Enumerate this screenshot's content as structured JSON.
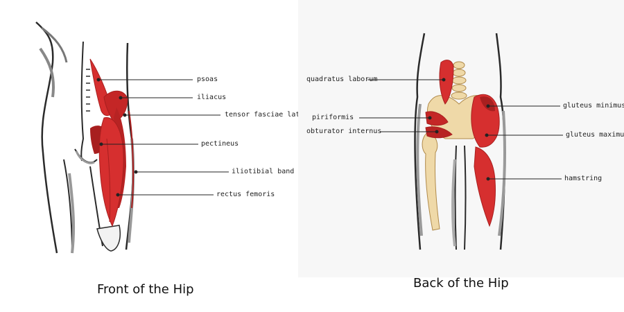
{
  "colors": {
    "muscle": "#d62f2f",
    "muscle_dark": "#a81f1f",
    "bone": "#efd9a8",
    "outline": "#2a2a2a",
    "shade": "#9a9a9a"
  },
  "front": {
    "caption": "Front of the Hip",
    "labels": {
      "psoas": "psoas",
      "iliacus": "iliacus",
      "tensor": "tensor fasciae latae",
      "pectineus": "pectineus",
      "iliotibial": "iliotibial band",
      "rectus": "rectus femoris"
    }
  },
  "back": {
    "caption": "Back of the Hip",
    "labels": {
      "quadratus": "quadratus laborum",
      "piriformis": "piriformis",
      "obturator": "obturator internus",
      "gluteus_minimus": "gluteus minimus",
      "gluteus_maximus": "gluteus maximus",
      "hamstring": "hamstring"
    }
  }
}
